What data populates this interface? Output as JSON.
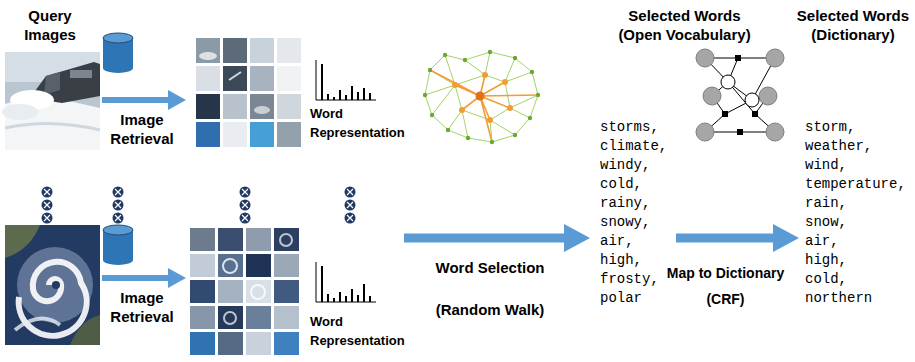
{
  "diagram": {
    "nodes": [
      {
        "text": [
          "Selected Words (Open Vocabulary)",
          "storms, climate, windy, cold, rainy, snowy, air, high, frosty, polar"
        ]
      },
      {
        "text": [
          "Selected Words (Dictionary)",
          "storm, weather, wind, temperature, rain, snow, air, high, cold, northern"
        ]
      }
    ],
    "edges": [
      {
        "from": 0,
        "to": 1,
        "arrow": "to",
        "label": "Map to Dictionary (CRF)"
      }
    ],
    "labels": [
      "Query Images",
      "Image Retrieval",
      "Word Representation",
      "Image Retrieval",
      "Word Representation",
      "Word Selection",
      "(Random Walk)"
    ]
  }
}
